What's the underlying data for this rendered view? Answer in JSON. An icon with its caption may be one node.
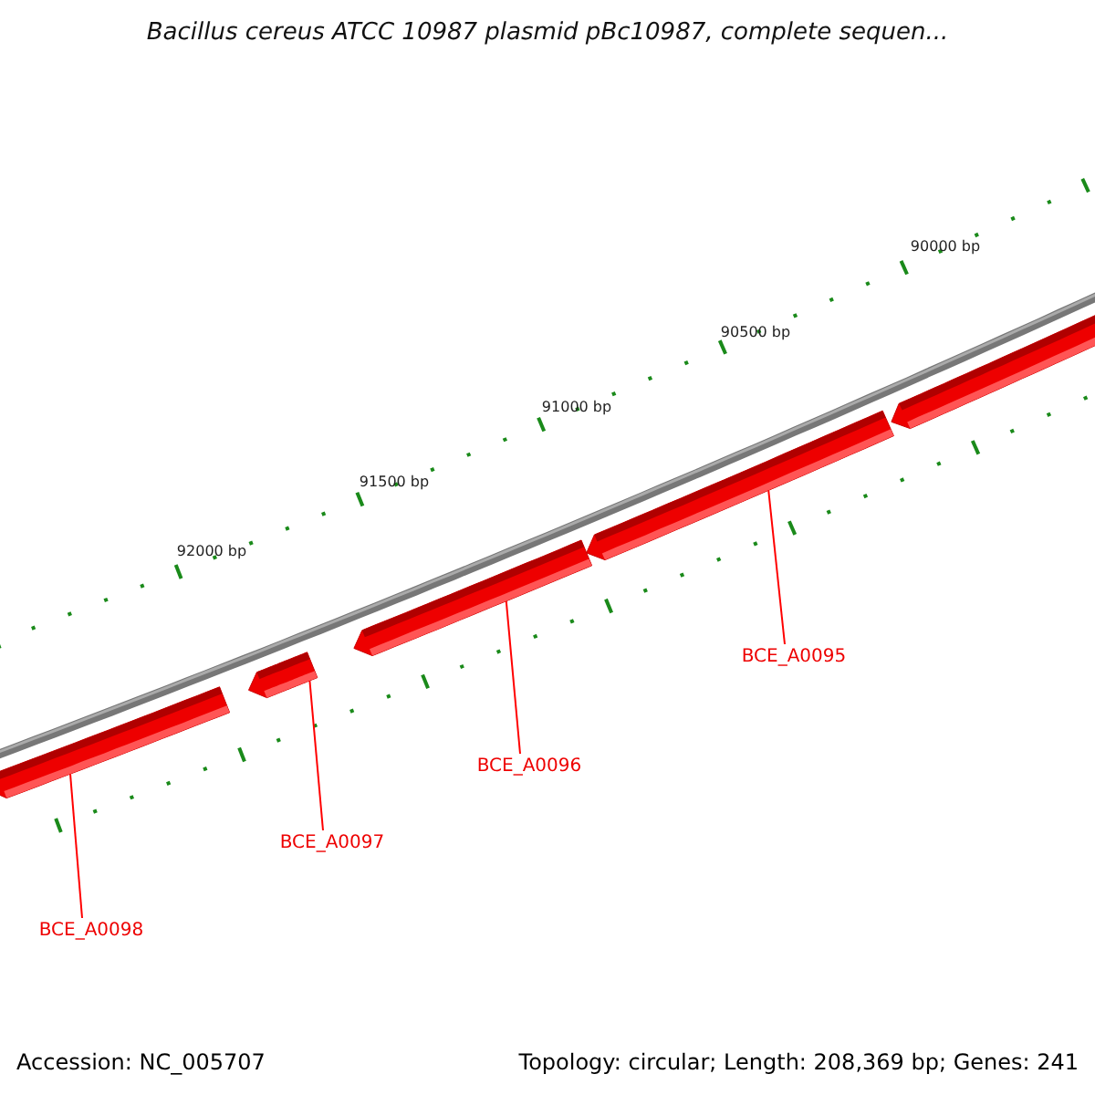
{
  "diagram": {
    "title": "Bacillus cereus ATCC 10987 plasmid pBc10987, complete sequen...",
    "nodes": [
      {
        "text": [],
        "shape": "bar"
      },
      {
        "text": [],
        "shape": "bar"
      },
      {
        "text": [],
        "shape": "bar"
      },
      {
        "text": [],
        "shape": "bar"
      },
      {
        "text": [],
        "shape": "bar"
      },
      {
        "text": [
          "BCE_A0095"
        ]
      },
      {
        "text": [
          "BCE_A0096"
        ]
      },
      {
        "text": [
          "BCE_A0097"
        ]
      },
      {
        "text": [
          "BCE_A0098"
        ]
      }
    ],
    "edges": [
      {
        "from": 5,
        "to": 3,
        "arrow": "none"
      },
      {
        "from": 6,
        "to": 2,
        "arrow": "none"
      },
      {
        "from": 7,
        "to": 1,
        "arrow": "none"
      },
      {
        "from": 8,
        "to": 0,
        "arrow": "none"
      }
    ],
    "labels": [
      "90000 bp",
      "90500 bp",
      "91000 bp",
      "91500 bp",
      "92000 bp",
      "Accession: NC_005707",
      "Topology: circular; Length: 208,369 bp; Genes: 241"
    ]
  }
}
